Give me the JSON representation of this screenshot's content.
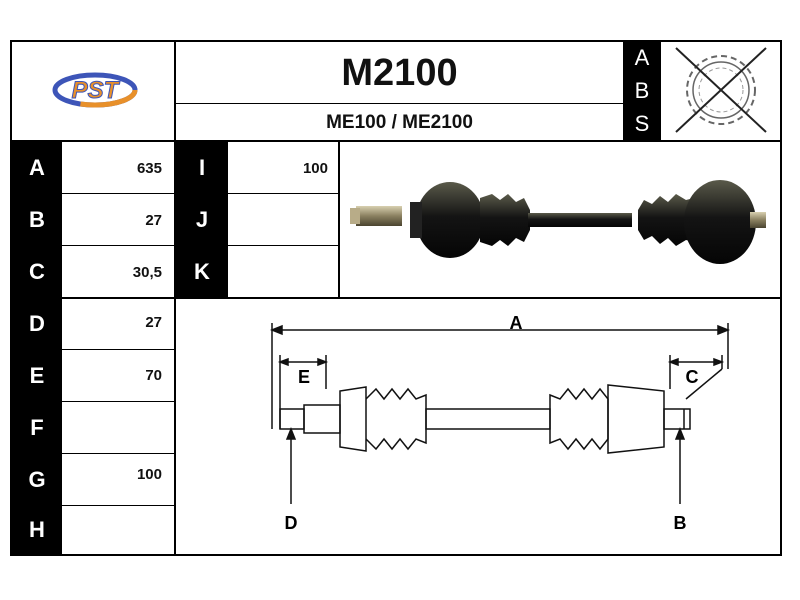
{
  "header": {
    "logo_text": "PST",
    "part_number": "M2100",
    "application": "ME100 / ME2100",
    "abs_letters": [
      "A",
      "B",
      "S"
    ],
    "abs_icon": "abs-ring-crossed-icon"
  },
  "dimensions_left": [
    {
      "label": "A",
      "value": "635"
    },
    {
      "label": "B",
      "value": "27"
    },
    {
      "label": "C",
      "value": "30,5"
    },
    {
      "label": "D",
      "value": "27"
    },
    {
      "label": "E",
      "value": "70"
    },
    {
      "label": "F",
      "value": ""
    },
    {
      "label": "G",
      "value": "100"
    },
    {
      "label": "H",
      "value": ""
    }
  ],
  "dimensions_mid": [
    {
      "label": "I",
      "value": "100"
    },
    {
      "label": "J",
      "value": ""
    },
    {
      "label": "K",
      "value": ""
    }
  ],
  "drawing_labels": {
    "a": "A",
    "b": "B",
    "c": "C",
    "d": "D",
    "e": "E"
  },
  "colors": {
    "logo_orange": "#e8902a",
    "logo_blue": "#3d55b8",
    "shaft": "#1a1a1a"
  }
}
